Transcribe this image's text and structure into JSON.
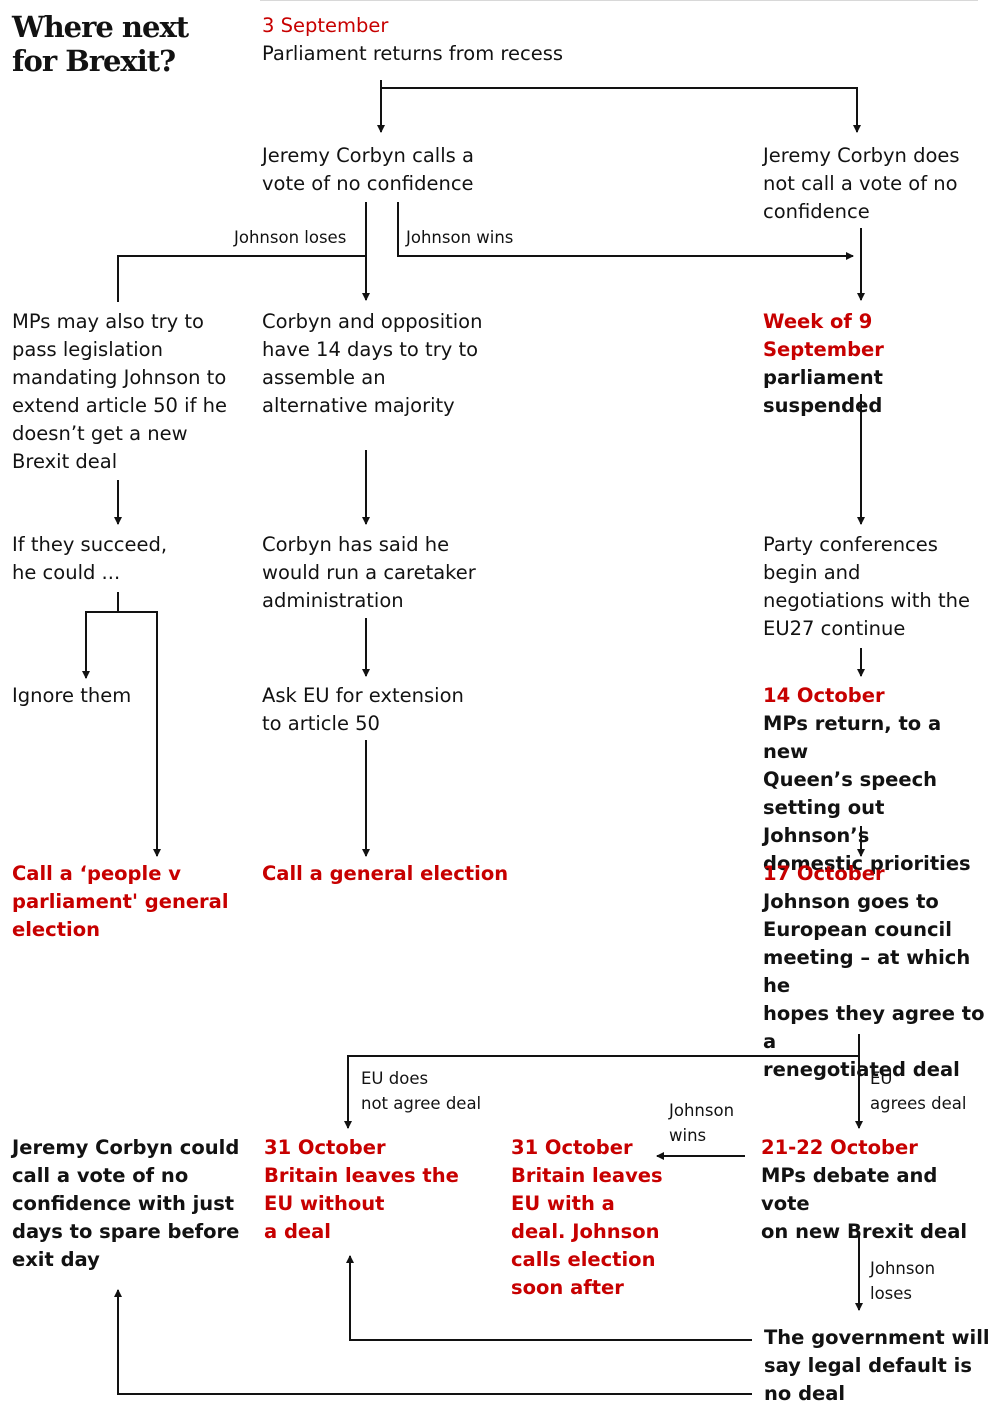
{
  "title": [
    "Where next",
    "for Brexit?"
  ],
  "nodes": {
    "sep3": {
      "date": "3 September",
      "text": [
        "Parliament returns from recess"
      ]
    },
    "corbyn_calls": {
      "text": [
        "Jeremy Corbyn calls a",
        "vote of no confidence"
      ]
    },
    "corbyn_not_call": {
      "text": [
        "Jeremy Corbyn does",
        "not call a vote of no",
        "confidence"
      ]
    },
    "mps_legislation": {
      "text": [
        "MPs may also try to",
        "pass legislation",
        "mandating Johnson to",
        "extend article 50 if he",
        "doesn’t get a new",
        "Brexit deal"
      ]
    },
    "corbyn_14days": {
      "text": [
        "Corbyn and opposition",
        "have 14 days to try to",
        "assemble an",
        "alternative majority"
      ]
    },
    "week9": {
      "date": "Week of 9 September",
      "text": [
        "parliament suspended"
      ]
    },
    "if_succeed": {
      "text": [
        "If they succeed,",
        "he could ..."
      ]
    },
    "caretaker": {
      "text": [
        "Corbyn has said he",
        "would run a caretaker",
        "administration"
      ]
    },
    "party_conf": {
      "text": [
        "Party conferences",
        "begin and",
        "negotiations with the",
        "EU27 continue"
      ]
    },
    "ignore": {
      "text": [
        "Ignore them"
      ]
    },
    "ask_eu": {
      "text": [
        "Ask EU for extension",
        "to article 50"
      ]
    },
    "oct14": {
      "date": "14 October",
      "text": [
        "MPs return, to a new",
        "Queen’s speech",
        "setting out Johnson’s",
        "domestic priorities"
      ]
    },
    "people_v_parl": {
      "text": [
        "Call a ‘people v",
        "parliament' general",
        "election"
      ]
    },
    "general_election": {
      "text": [
        "Call a general election"
      ]
    },
    "oct17": {
      "date": "17 October",
      "text": [
        "Johnson goes to",
        "European council",
        "meeting – at which he",
        "hopes they agree to a",
        "renegotiated deal"
      ]
    },
    "corbyn_could": {
      "text": [
        "Jeremy Corbyn could",
        "call a vote of no",
        "confidence with just",
        "days to spare before",
        "exit day"
      ]
    },
    "leave_no_deal": {
      "text": [
        "31 October",
        "Britain leaves the",
        "EU without",
        "a deal"
      ]
    },
    "leave_deal": {
      "text": [
        "31 October",
        "Britain leaves",
        "EU with a",
        "deal. Johnson",
        "calls election",
        "soon after"
      ]
    },
    "oct2122": {
      "date": "21-22 October",
      "text": [
        "MPs debate and vote",
        "on new Brexit deal"
      ]
    },
    "legal_default": {
      "text": [
        "The government will",
        "say legal default is",
        "no deal"
      ]
    }
  },
  "labels": {
    "johnson_loses_1": [
      "Johnson loses"
    ],
    "johnson_wins_1": [
      "Johnson wins"
    ],
    "eu_not_agree": [
      "EU does",
      "not agree deal"
    ],
    "eu_agrees": [
      "EU",
      "agrees deal"
    ],
    "johnson_wins_2": [
      "Johnson",
      "wins"
    ],
    "johnson_loses_2": [
      "Johnson",
      "loses"
    ]
  },
  "colors": {
    "accent_red": "#c70000",
    "text": "#121212",
    "line": "#121212"
  }
}
